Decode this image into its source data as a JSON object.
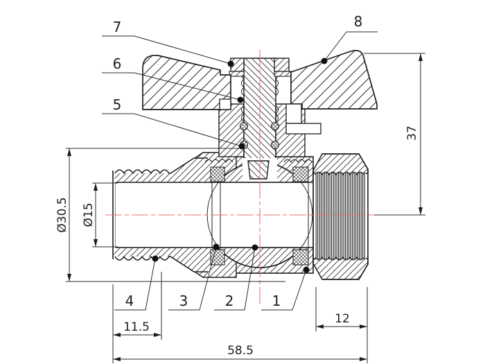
{
  "drawing": {
    "subject": "ball-valve-sectional-drawing",
    "colors": {
      "background": "#ffffff",
      "line": "#1c1c1c",
      "centerline_red": "#ee6f6f"
    },
    "callouts": [
      {
        "label": "1"
      },
      {
        "label": "2"
      },
      {
        "label": "3"
      },
      {
        "label": "4"
      },
      {
        "label": "5"
      },
      {
        "label": "6"
      },
      {
        "label": "7"
      },
      {
        "label": "8"
      }
    ],
    "dimensions": {
      "body_outer_diameter": "Ø30.5",
      "bore_diameter": "Ø15",
      "height_to_handle": "37",
      "male_thread_length": "11.5",
      "union_nut_length": "12",
      "overall_length": "58.5"
    }
  }
}
